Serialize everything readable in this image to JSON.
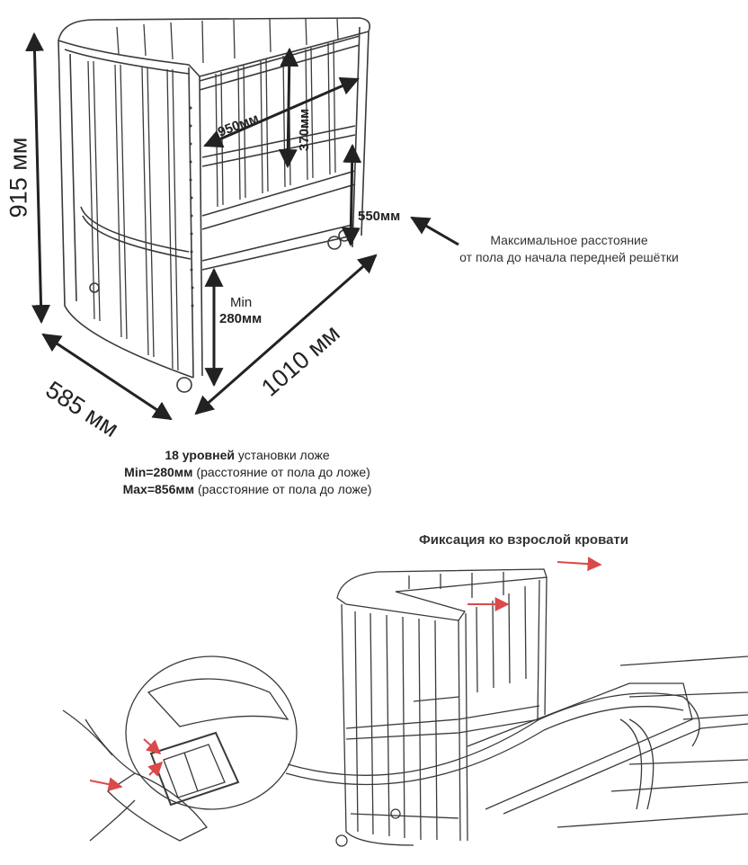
{
  "dimensions": {
    "height": "915 мм",
    "width": "585 мм",
    "length": "1010 мм",
    "inner_length": "950мм",
    "inner_height": "370мм",
    "rail_height": "550мм",
    "min_label": "Min",
    "min_value": "280мм"
  },
  "rail_note": {
    "line1": "Максимальное расстояние",
    "line2": "от пола до начала передней решётки"
  },
  "specs": {
    "levels_bold": "18 уровней",
    "levels_rest": " установки ложе",
    "min_bold": "Min=280мм",
    "min_rest": " (расстояние от пола до ложе)",
    "max_bold": "Max=856мм",
    "max_rest": " (расстояние от пола до ложе)"
  },
  "attach_title": "Фиксация ко взрослой кровати",
  "colors": {
    "line": "#3a3a3a",
    "arrow_red": "#d94a4a"
  }
}
